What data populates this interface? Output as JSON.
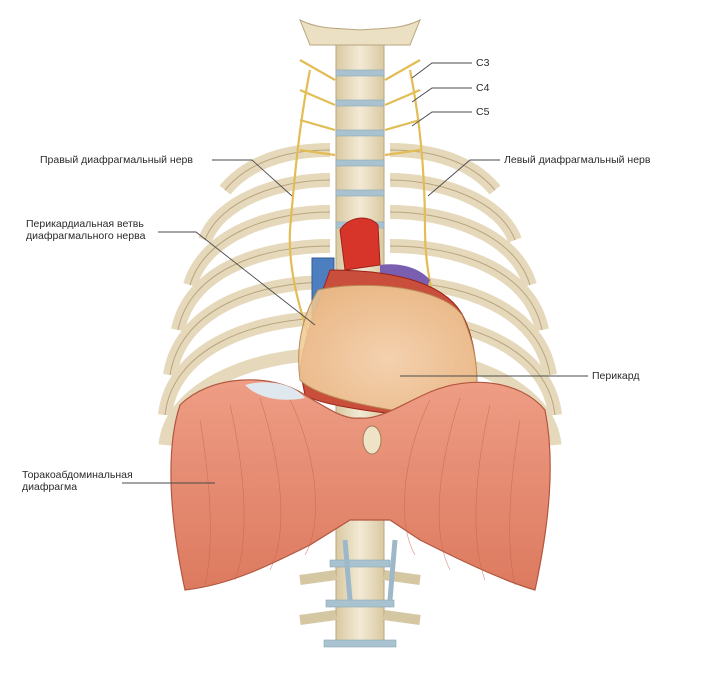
{
  "labels": {
    "c3": "C3",
    "c4": "C4",
    "c5": "C5",
    "right_phrenic": "Правый диафрагмальный нерв",
    "left_phrenic": "Левый диафрагмальный нерв",
    "pericardial_branch": "Перикардиальная ветвь\nдиафрагмального нерва",
    "pericardium": "Перикард",
    "diaphragm": "Торакоабдоминальная\nдиафрагма"
  },
  "colors": {
    "bone": "#ede2c8",
    "bone_edge": "#b8a57e",
    "disc": "#a9c2cf",
    "muscle": "#e48c72",
    "muscle_dark": "#c9664f",
    "pericardium": "#f4d9b0",
    "heart_red": "#d8352a",
    "vein_blue": "#4d7fc0",
    "nerve": "#e9c96b",
    "leader": "#4a4a4a"
  }
}
